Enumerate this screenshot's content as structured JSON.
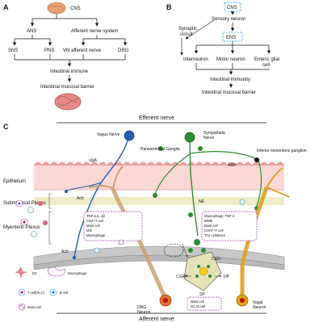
{
  "panels": {
    "a": {
      "letter": "A",
      "cns": "CNS",
      "ans": "ANS",
      "afferent": "Afferent nerve system",
      "sns": "SNS",
      "pns": "PNS",
      "vn": "VN afferent nerve",
      "drg": "DRG",
      "immune": "Intestinal immune",
      "barrier": "Intestinal mucosal barrier"
    },
    "b": {
      "letter": "B",
      "cns": "CNS",
      "sensory": "Sensory neuron",
      "synaptic_1": "Synaptic",
      "synaptic_2": "circuit",
      "ens": "ENS",
      "interneuron": "Interneuron",
      "motor": "Motor neuron",
      "glial_1": "Enteric glial",
      "glial_2": "cell",
      "immunity": "Intestinal Immunity",
      "barrier": "Intestinal mucosal barrier"
    },
    "c": {
      "letter": "C",
      "efferent": "Efferent nerve",
      "afferent": "Afferent nerve",
      "vagus": "Vagus  Nerve",
      "sympathetic_1": "Sympathetic",
      "sympathetic_2": "Nerve",
      "paravertebral": "Paravertebral Ganglia",
      "inferior": "Inferior mesenteric ganglion",
      "siga": "sIgA",
      "amp": "AMP",
      "epithelium": "Epithelium",
      "submucosal": "Submucosal Plexus",
      "myenteric": "Myenteric Plexus",
      "ach_1": "Ach",
      "ach_2": "Ach",
      "ne": "NE",
      "left_box": [
        "TNF-α,IL-1β",
        "CD4+T cell",
        "Mast cell",
        "MΦ",
        "Macrophage"
      ],
      "right_box": [
        "Macrophage; TNF-α",
        "MMΦ",
        "Mast cell",
        "CHAT+T cell",
        "Th1 cytokines"
      ],
      "ca": "Ca2+",
      "cgrp": "CGRP",
      "vip": "VIP",
      "sp": "SP",
      "bottom_box": [
        "Mast cell",
        "DC;M cell"
      ],
      "drg_1": "DRG",
      "drg_2": "Neuron",
      "vagal_1": "Vagal",
      "vagal_2": "Neuron",
      "legend": {
        "dc": "DC",
        "macrophage": "Macrophage",
        "tcell": "T cell(Ts,C)",
        "bcell": "B cell",
        "mast": "Mast cell"
      }
    }
  },
  "colors": {
    "vagus": "#1f5fb4",
    "sympathetic": "#2e8b2e",
    "drg": "#c8a070",
    "vagal": "#e0a020",
    "epithelium": "#f4a0a0",
    "muscle": "#c8c8c8",
    "dashed_box": "#1e90ff",
    "purple_box": "#9b3fa0"
  }
}
